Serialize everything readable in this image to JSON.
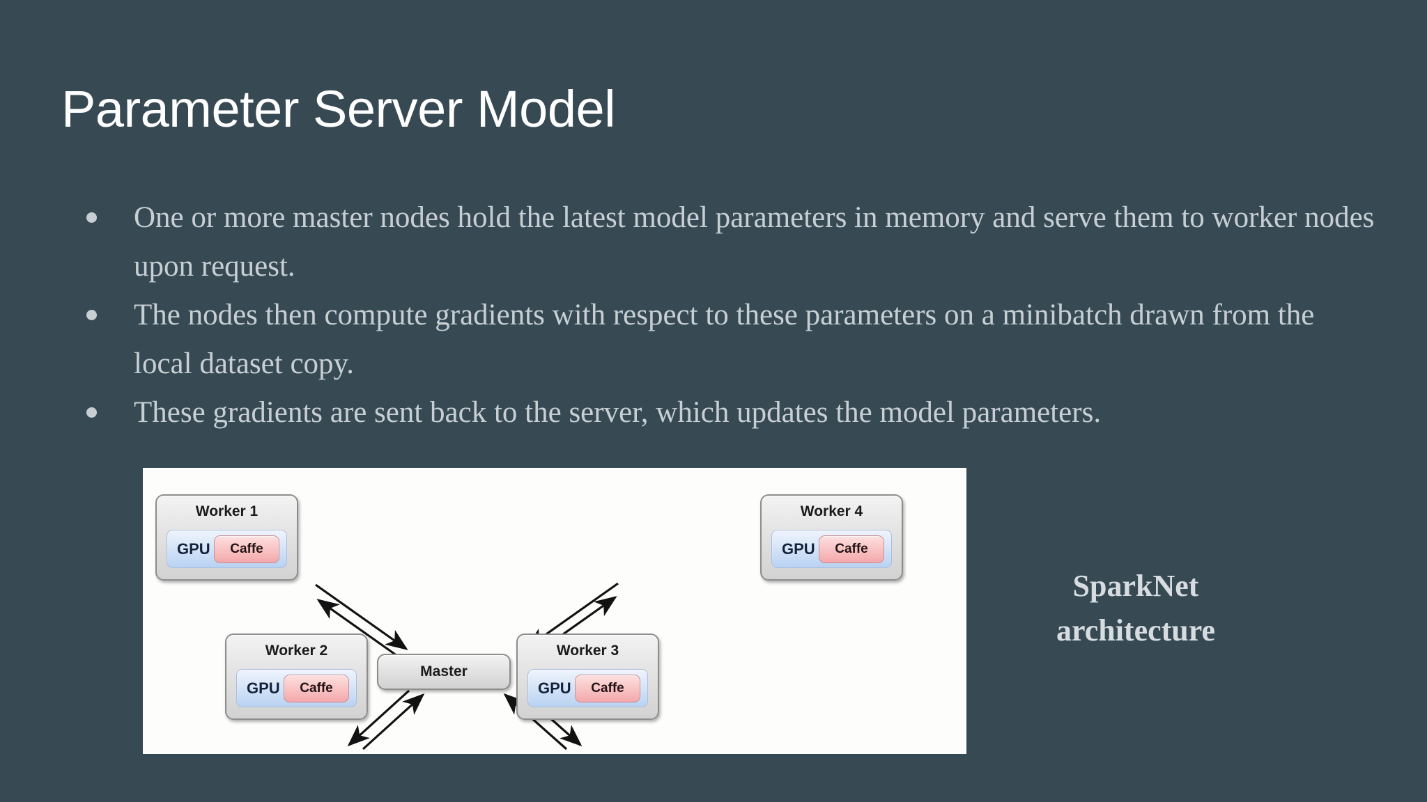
{
  "slide": {
    "title": "Parameter Server Model",
    "background_color": "#374a54",
    "title_color": "#ffffff",
    "body_text_color": "#c8cfd4"
  },
  "bullets": [
    "One or more master nodes hold the latest model parameters in memory and serve them to worker nodes upon request.",
    "The nodes then compute gradients with respect to these parameters on a minibatch drawn from the local dataset copy.",
    "These gradients are sent back to the server, which updates the model parameters."
  ],
  "diagram": {
    "panel_background": "#fdfdfb",
    "master": {
      "label": "Master"
    },
    "workers": [
      {
        "id": "worker-1",
        "label": "Worker 1",
        "gpu_label": "GPU",
        "framework_label": "Caffe"
      },
      {
        "id": "worker-2",
        "label": "Worker 2",
        "gpu_label": "GPU",
        "framework_label": "Caffe"
      },
      {
        "id": "worker-3",
        "label": "Worker 3",
        "gpu_label": "GPU",
        "framework_label": "Caffe"
      },
      {
        "id": "worker-4",
        "label": "Worker 4",
        "gpu_label": "GPU",
        "framework_label": "Caffe"
      }
    ],
    "node_colors": {
      "node_fill": "#e3e3e3",
      "node_border": "#8d8d8d",
      "gpu_fill": "#cfe0f6",
      "caffe_fill": "#f7bcbe",
      "arrow_color": "#1a1a1a"
    }
  },
  "caption": {
    "line1": "SparkNet",
    "line2": "architecture"
  }
}
